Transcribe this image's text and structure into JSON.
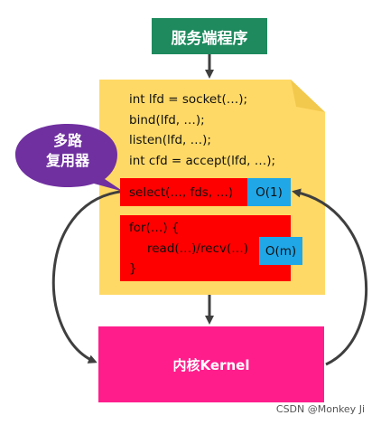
{
  "title": "服务端程序",
  "code": {
    "line1": "int lfd = socket(…);",
    "line2": "bind(lfd, …);",
    "line3": "listen(lfd, …);",
    "line4": "int cfd = accept(lfd, …);"
  },
  "select": {
    "label": "select(…, fds, …)",
    "complexity": "O(1)"
  },
  "loop": {
    "open": "for(…) {",
    "body": "read(…)/recv(…)",
    "close": "}",
    "complexity": "O(m)"
  },
  "multiplexer": {
    "line1": "多路",
    "line2": "复用器"
  },
  "kernel": "内核Kernel",
  "watermark": "CSDN @Monkey Ji",
  "colors": {
    "title_bg": "#1e8a5e",
    "document_bg": "#ffd966",
    "select_bg": "#ff0000",
    "complexity_bg": "#1fa7e8",
    "kernel_bg": "#ff1d8c",
    "bubble_bg": "#7030a0",
    "arrow": "#3f3f3f"
  }
}
